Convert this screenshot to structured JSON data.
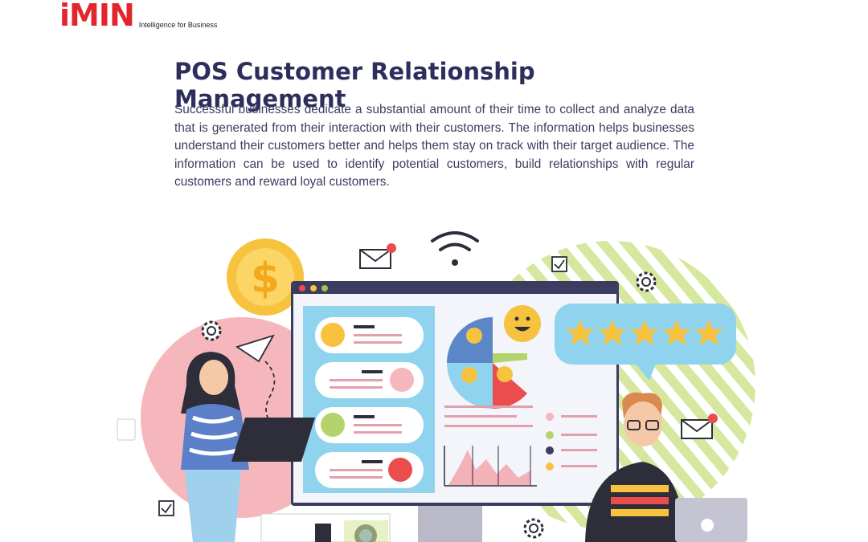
{
  "brand": {
    "logo_text": "iMin",
    "tagline": "Intelligence for Business",
    "accent_color": "#e3262e"
  },
  "article": {
    "title": "POS Customer Relationship Management",
    "body": "Successful businesses dedicate a substantial amount of their time to collect and analyze data that is generated from their interaction with their customers. The information helps businesses understand their customers better and helps them stay on track with their target audience. The information can be used to identify potential customers, build relationships with regular customers and reward loyal customers."
  },
  "illustration": {
    "rating_stars": 5,
    "icons": [
      "dollar-coin-icon",
      "envelope-icon",
      "wifi-icon",
      "checkbox-icon",
      "gear-icon",
      "paper-plane-icon",
      "star-icon",
      "smiley-icon"
    ]
  }
}
